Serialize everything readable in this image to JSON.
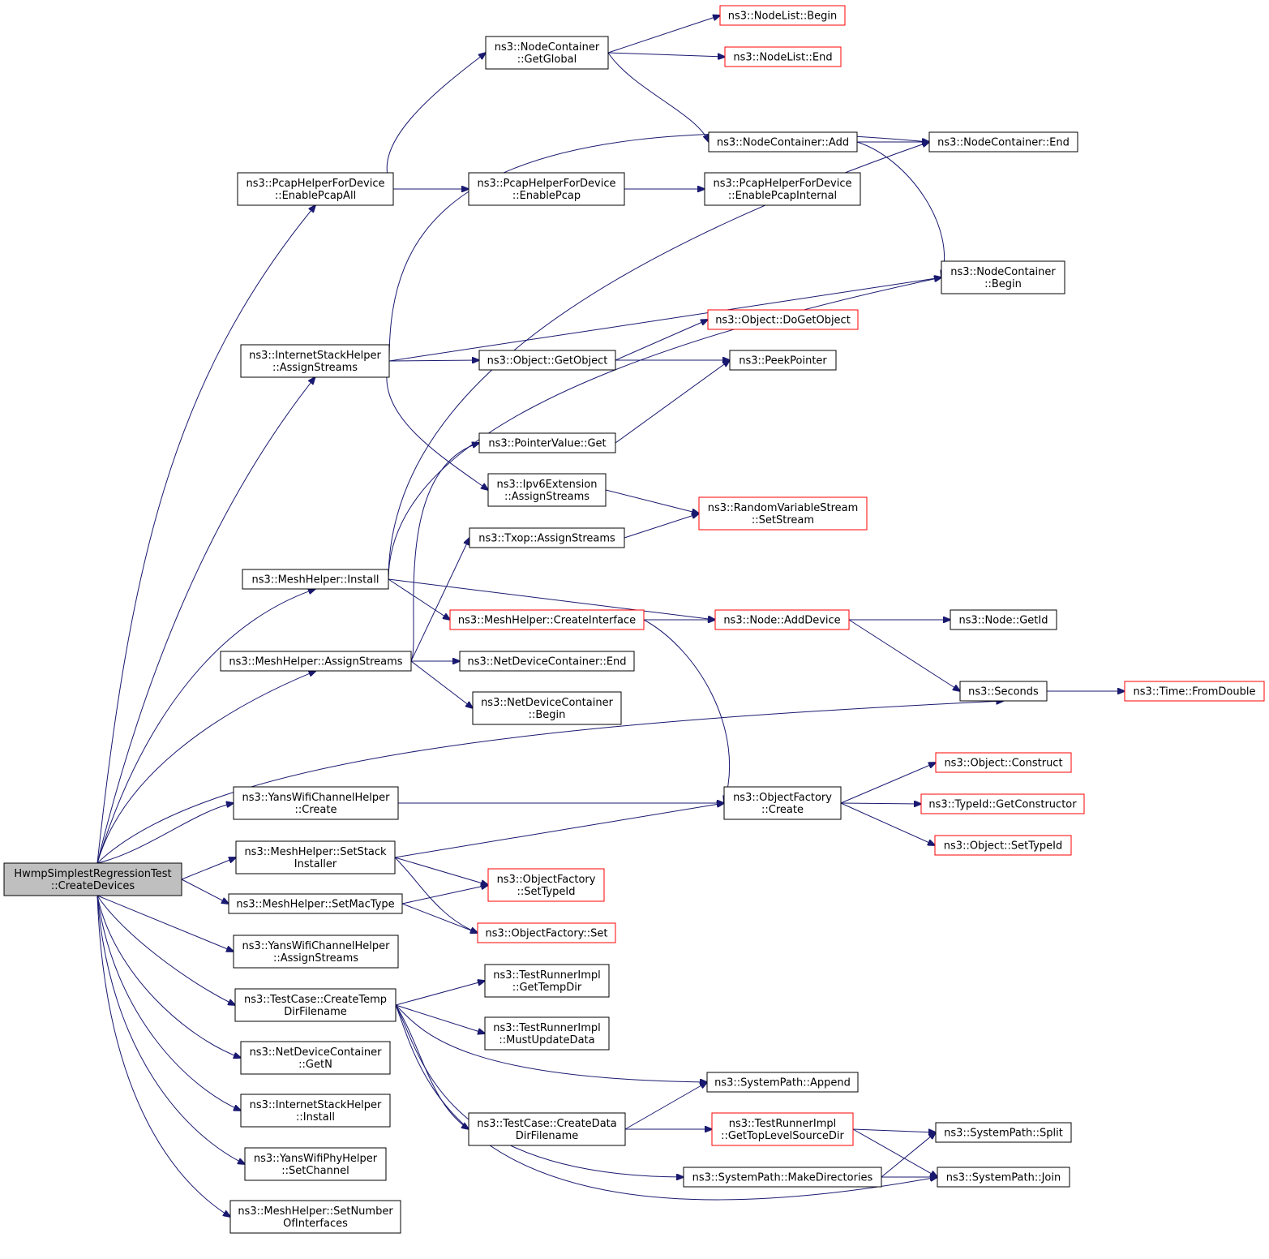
{
  "colors": {
    "edge": "#191970",
    "border": "#000000",
    "truncated_border": "#ff0000",
    "root_fill": "#bfbfbf"
  },
  "nodes": [
    {
      "id": "root",
      "lines": [
        "HwmpSimplestRegressionTest",
        "::CreateDevices"
      ],
      "style": "root"
    },
    {
      "id": "pcapall",
      "lines": [
        "ns3::PcapHelperForDevice",
        "::EnablePcapAll"
      ]
    },
    {
      "id": "inetassign",
      "lines": [
        "ns3::InternetStackHelper",
        "::AssignStreams"
      ]
    },
    {
      "id": "meshinstall",
      "lines": [
        "ns3::MeshHelper::Install"
      ]
    },
    {
      "id": "meshassign",
      "lines": [
        "ns3::MeshHelper::AssignStreams"
      ]
    },
    {
      "id": "yanschcreate",
      "lines": [
        "ns3::YansWifiChannelHelper",
        "::Create"
      ]
    },
    {
      "id": "setstack",
      "lines": [
        "ns3::MeshHelper::SetStack",
        "Installer"
      ]
    },
    {
      "id": "setmactype",
      "lines": [
        "ns3::MeshHelper::SetMacType"
      ]
    },
    {
      "id": "yanschassign",
      "lines": [
        "ns3::YansWifiChannelHelper",
        "::AssignStreams"
      ]
    },
    {
      "id": "createtemp",
      "lines": [
        "ns3::TestCase::CreateTemp",
        "DirFilename"
      ]
    },
    {
      "id": "ndcgetn",
      "lines": [
        "ns3::NetDeviceContainer",
        "::GetN"
      ]
    },
    {
      "id": "inetinstall",
      "lines": [
        "ns3::InternetStackHelper",
        "::Install"
      ]
    },
    {
      "id": "yansphysetch",
      "lines": [
        "ns3::YansWifiPhyHelper",
        "::SetChannel"
      ]
    },
    {
      "id": "setnumif",
      "lines": [
        "ns3::MeshHelper::SetNumber",
        "OfInterfaces"
      ]
    },
    {
      "id": "ncgetglobal",
      "lines": [
        "ns3::NodeContainer",
        "::GetGlobal"
      ]
    },
    {
      "id": "enablepcap",
      "lines": [
        "ns3::PcapHelperForDevice",
        "::EnablePcap"
      ]
    },
    {
      "id": "objgetobject",
      "lines": [
        "ns3::Object::GetObject"
      ]
    },
    {
      "id": "ptrvalget",
      "lines": [
        "ns3::PointerValue::Get"
      ]
    },
    {
      "id": "ipv6extassign",
      "lines": [
        "ns3::Ipv6Extension",
        "::AssignStreams"
      ]
    },
    {
      "id": "txopassign",
      "lines": [
        "ns3::Txop::AssignStreams"
      ]
    },
    {
      "id": "createiface",
      "lines": [
        "ns3::MeshHelper::CreateInterface"
      ],
      "style": "red"
    },
    {
      "id": "ndcend",
      "lines": [
        "ns3::NetDeviceContainer::End"
      ]
    },
    {
      "id": "ndcbegin",
      "lines": [
        "ns3::NetDeviceContainer",
        "::Begin"
      ]
    },
    {
      "id": "ofsettypeid",
      "lines": [
        "ns3::ObjectFactory",
        "::SetTypeId"
      ],
      "style": "red"
    },
    {
      "id": "ofset",
      "lines": [
        "ns3::ObjectFactory::Set"
      ],
      "style": "red"
    },
    {
      "id": "trgettemp",
      "lines": [
        "ns3::TestRunnerImpl",
        "::GetTempDir"
      ]
    },
    {
      "id": "trmustupdate",
      "lines": [
        "ns3::TestRunnerImpl",
        "::MustUpdateData"
      ]
    },
    {
      "id": "createdata",
      "lines": [
        "ns3::TestCase::CreateData",
        "DirFilename"
      ]
    },
    {
      "id": "nlbegin",
      "lines": [
        "ns3::NodeList::Begin"
      ],
      "style": "red"
    },
    {
      "id": "nlend",
      "lines": [
        "ns3::NodeList::End"
      ],
      "style": "red"
    },
    {
      "id": "ncadd",
      "lines": [
        "ns3::NodeContainer::Add"
      ]
    },
    {
      "id": "enablepcapint",
      "lines": [
        "ns3::PcapHelperForDevice",
        "::EnablePcapInternal"
      ]
    },
    {
      "id": "objdogetobject",
      "lines": [
        "ns3::Object::DoGetObject"
      ],
      "style": "red"
    },
    {
      "id": "peekpointer",
      "lines": [
        "ns3::PeekPointer"
      ]
    },
    {
      "id": "rvssetstream",
      "lines": [
        "ns3::RandomVariableStream",
        "::SetStream"
      ],
      "style": "red"
    },
    {
      "id": "nodeadddevice",
      "lines": [
        "ns3::Node::AddDevice"
      ],
      "style": "red"
    },
    {
      "id": "ofcreate",
      "lines": [
        "ns3::ObjectFactory",
        "::Create"
      ]
    },
    {
      "id": "spappend",
      "lines": [
        "ns3::SystemPath::Append"
      ]
    },
    {
      "id": "trgettoplevel",
      "lines": [
        "ns3::TestRunnerImpl",
        "::GetTopLevelSourceDir"
      ],
      "style": "red"
    },
    {
      "id": "spmakedirs",
      "lines": [
        "ns3::SystemPath::MakeDirectories"
      ]
    },
    {
      "id": "ncend",
      "lines": [
        "ns3::NodeContainer::End"
      ]
    },
    {
      "id": "ncbegin",
      "lines": [
        "ns3::NodeContainer",
        "::Begin"
      ]
    },
    {
      "id": "nodegetid",
      "lines": [
        "ns3::Node::GetId"
      ]
    },
    {
      "id": "seconds",
      "lines": [
        "ns3::Seconds"
      ]
    },
    {
      "id": "objconstruct",
      "lines": [
        "ns3::Object::Construct"
      ],
      "style": "red"
    },
    {
      "id": "typeidgetctor",
      "lines": [
        "ns3::TypeId::GetConstructor"
      ],
      "style": "red"
    },
    {
      "id": "objsettypeid",
      "lines": [
        "ns3::Object::SetTypeId"
      ],
      "style": "red"
    },
    {
      "id": "spsplit",
      "lines": [
        "ns3::SystemPath::Split"
      ]
    },
    {
      "id": "spjoin",
      "lines": [
        "ns3::SystemPath::Join"
      ]
    },
    {
      "id": "timefromdouble",
      "lines": [
        "ns3::Time::FromDouble"
      ],
      "style": "red"
    }
  ],
  "edges": [
    [
      "root",
      "pcapall"
    ],
    [
      "root",
      "inetassign"
    ],
    [
      "root",
      "meshinstall"
    ],
    [
      "root",
      "meshassign"
    ],
    [
      "root",
      "seconds"
    ],
    [
      "root",
      "yanschcreate"
    ],
    [
      "root",
      "setstack"
    ],
    [
      "root",
      "setmactype"
    ],
    [
      "root",
      "yanschassign"
    ],
    [
      "root",
      "createtemp"
    ],
    [
      "root",
      "ndcgetn"
    ],
    [
      "root",
      "inetinstall"
    ],
    [
      "root",
      "yansphysetch"
    ],
    [
      "root",
      "setnumif"
    ],
    [
      "pcapall",
      "ncgetglobal"
    ],
    [
      "pcapall",
      "enablepcap"
    ],
    [
      "ncgetglobal",
      "nlbegin"
    ],
    [
      "ncgetglobal",
      "nlend"
    ],
    [
      "ncgetglobal",
      "ncadd"
    ],
    [
      "ncadd",
      "ncend"
    ],
    [
      "ncadd",
      "ncbegin"
    ],
    [
      "enablepcap",
      "enablepcapint"
    ],
    [
      "inetassign",
      "ncend"
    ],
    [
      "inetassign",
      "ncbegin"
    ],
    [
      "inetassign",
      "objgetobject"
    ],
    [
      "inetassign",
      "ipv6extassign"
    ],
    [
      "objgetobject",
      "objdogetobject"
    ],
    [
      "objgetobject",
      "peekpointer"
    ],
    [
      "ptrvalget",
      "peekpointer"
    ],
    [
      "ipv6extassign",
      "rvssetstream"
    ],
    [
      "txopassign",
      "rvssetstream"
    ],
    [
      "meshinstall",
      "ncend"
    ],
    [
      "meshinstall",
      "ncbegin"
    ],
    [
      "meshinstall",
      "createiface"
    ],
    [
      "meshinstall",
      "nodeadddevice"
    ],
    [
      "meshassign",
      "ptrvalget"
    ],
    [
      "meshassign",
      "txopassign"
    ],
    [
      "meshassign",
      "ndcend"
    ],
    [
      "meshassign",
      "ndcbegin"
    ],
    [
      "createiface",
      "nodeadddevice"
    ],
    [
      "createiface",
      "ofcreate"
    ],
    [
      "nodeadddevice",
      "nodegetid"
    ],
    [
      "nodeadddevice",
      "seconds"
    ],
    [
      "seconds",
      "timefromdouble"
    ],
    [
      "yanschcreate",
      "ofcreate"
    ],
    [
      "setstack",
      "ofcreate"
    ],
    [
      "setstack",
      "ofsettypeid"
    ],
    [
      "setstack",
      "ofset"
    ],
    [
      "setmactype",
      "ofsettypeid"
    ],
    [
      "setmactype",
      "ofset"
    ],
    [
      "ofcreate",
      "objconstruct"
    ],
    [
      "ofcreate",
      "typeidgetctor"
    ],
    [
      "ofcreate",
      "objsettypeid"
    ],
    [
      "createtemp",
      "trgettemp"
    ],
    [
      "createtemp",
      "trmustupdate"
    ],
    [
      "createtemp",
      "spappend"
    ],
    [
      "createtemp",
      "createdata"
    ],
    [
      "createtemp",
      "spmakedirs"
    ],
    [
      "createtemp",
      "spjoin"
    ],
    [
      "createdata",
      "spappend"
    ],
    [
      "createdata",
      "trgettoplevel"
    ],
    [
      "trgettoplevel",
      "spsplit"
    ],
    [
      "trgettoplevel",
      "spjoin"
    ],
    [
      "spmakedirs",
      "spsplit"
    ],
    [
      "spmakedirs",
      "spjoin"
    ]
  ]
}
